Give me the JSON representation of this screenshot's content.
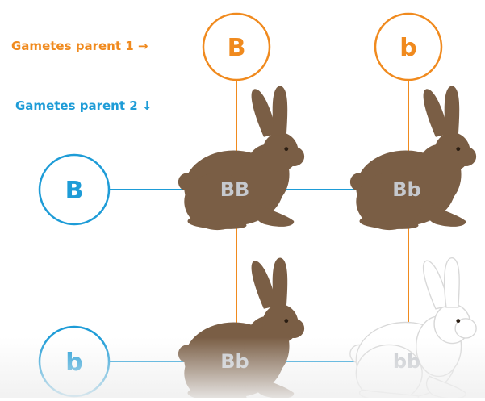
{
  "labels": {
    "parent1": "Gametes parent 1 →",
    "parent2": "Gametes parent 2 ↓"
  },
  "gametes_parent1": [
    "B",
    "b"
  ],
  "gametes_parent2": [
    "B",
    "b"
  ],
  "offspring": [
    {
      "genotype": "BB",
      "color": "brown"
    },
    {
      "genotype": "Bb",
      "color": "brown"
    },
    {
      "genotype": "Bb",
      "color": "brown"
    },
    {
      "genotype": "bb",
      "color": "white"
    }
  ],
  "colors": {
    "parent1_accent": "#F08A1E",
    "parent2_accent": "#1E9CD7",
    "brown_rabbit": "#7A5E45",
    "white_rabbit": "#FFFFFF",
    "genotype_text": "#C6C9CE"
  }
}
